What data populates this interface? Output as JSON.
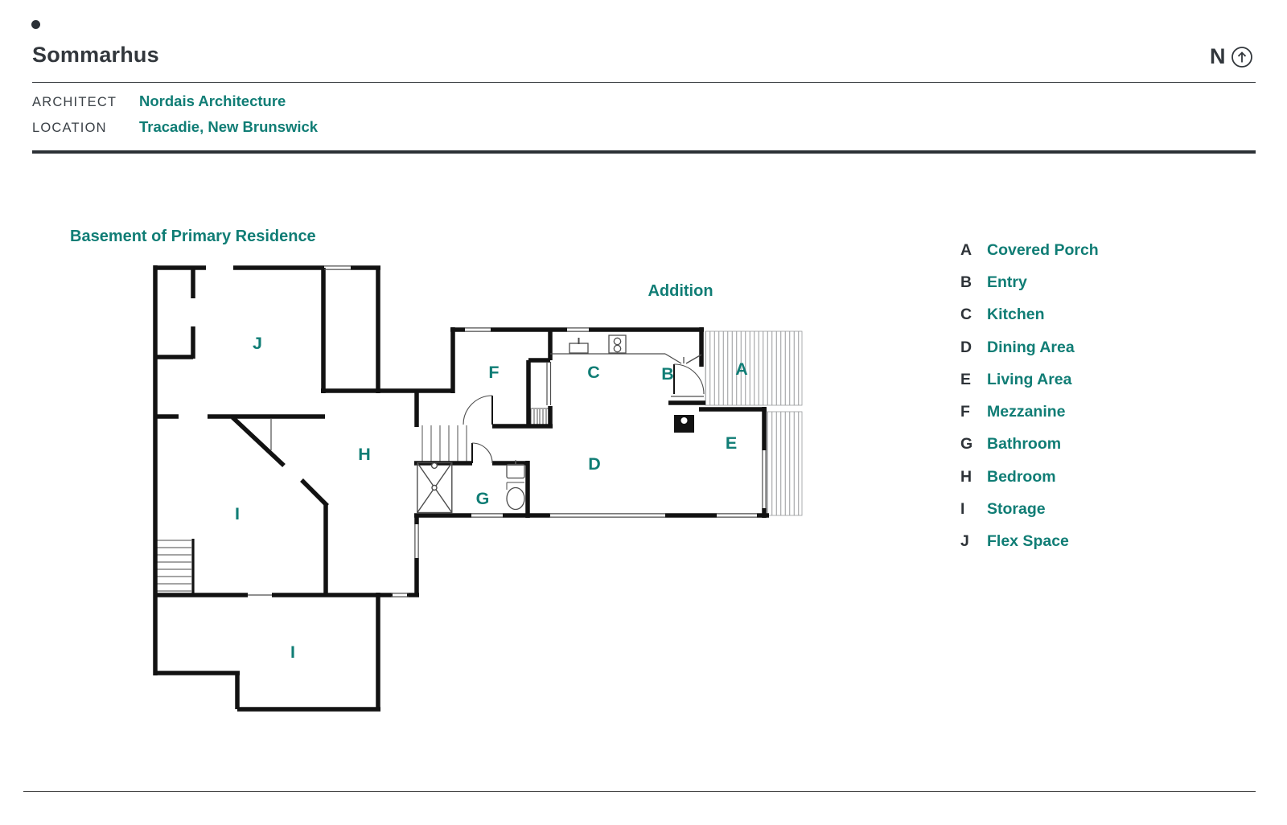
{
  "header": {
    "title": "Sommarhus",
    "architect_label": "ARCHITECT",
    "architect_value": "Nordais Architecture",
    "location_label": "LOCATION",
    "location_value": "Tracadie, New Brunswick",
    "north_letter": "N"
  },
  "plan": {
    "basement_title": "Basement of Primary Residence",
    "addition_title": "Addition",
    "room_labels": [
      {
        "id": "J",
        "letter": "J"
      },
      {
        "id": "F",
        "letter": "F"
      },
      {
        "id": "C",
        "letter": "C"
      },
      {
        "id": "B",
        "letter": "B"
      },
      {
        "id": "A",
        "letter": "A"
      },
      {
        "id": "H",
        "letter": "H"
      },
      {
        "id": "E",
        "letter": "E"
      },
      {
        "id": "I",
        "letter": "I"
      },
      {
        "id": "G",
        "letter": "G"
      },
      {
        "id": "D",
        "letter": "D"
      },
      {
        "id": "I2",
        "letter": "I"
      }
    ]
  },
  "legend": {
    "items": [
      {
        "letter": "A",
        "label": "Covered Porch"
      },
      {
        "letter": "B",
        "label": "Entry"
      },
      {
        "letter": "C",
        "label": "Kitchen"
      },
      {
        "letter": "D",
        "label": "Dining Area"
      },
      {
        "letter": "E",
        "label": "Living Area"
      },
      {
        "letter": "F",
        "label": "Mezzanine"
      },
      {
        "letter": "G",
        "label": "Bathroom"
      },
      {
        "letter": "H",
        "label": "Bedroom"
      },
      {
        "letter": "I",
        "label": "Storage"
      },
      {
        "letter": "J",
        "label": "Flex Space"
      }
    ]
  },
  "colors": {
    "teal": "#107d75",
    "ink": "#2e3338",
    "wall": "#121212"
  }
}
